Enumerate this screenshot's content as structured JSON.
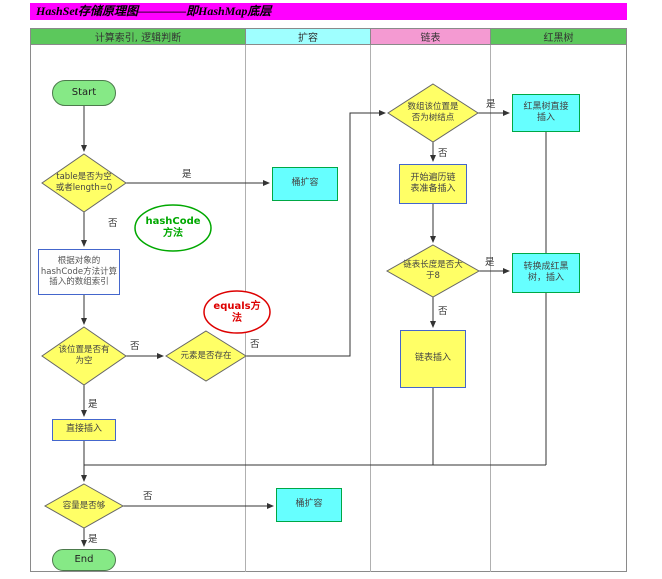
{
  "title": "HashSet存储原理图————即HashMap底层",
  "lanes": [
    {
      "label": "计算索引, 逻辑判断"
    },
    {
      "label": "扩容"
    },
    {
      "label": "链表"
    },
    {
      "label": "红黑树"
    }
  ],
  "nodes": {
    "start": {
      "label": "Start"
    },
    "check_table_empty": {
      "label": "table是否为空\n或者length=0"
    },
    "hashcode_cloud": {
      "label": "hashCode\n方法"
    },
    "compute_index": {
      "label": "根据对象的\nhashCode方法计算\n插入的数组索引"
    },
    "check_pos_empty": {
      "label": "该位置是否有\n为空"
    },
    "equals_cloud": {
      "label": "equals方\n法"
    },
    "check_elem_exist": {
      "label": "元素是否存在"
    },
    "direct_insert": {
      "label": "直接插入"
    },
    "check_capacity": {
      "label": "容量是否够"
    },
    "end": {
      "label": "End"
    },
    "bucket_expand_top": {
      "label": "桶扩容"
    },
    "bucket_expand_bottom": {
      "label": "桶扩容"
    },
    "check_tree_node": {
      "label": "数组该位置是\n否为树结点"
    },
    "traverse_list": {
      "label": "开始遍历链\n表准备插入"
    },
    "check_list_len": {
      "label": "链表长度是否大\n于8"
    },
    "list_insert": {
      "label": "链表插入"
    },
    "rbt_insert": {
      "label": "红黑树直接\n插入"
    },
    "convert_rbt": {
      "label": "转换成红黑\n树，插入"
    }
  },
  "edge_labels": {
    "table_yes": "是",
    "table_no": "否",
    "pos_no": "否",
    "pos_yes": "是",
    "exist_no": "否",
    "capacity_no": "否",
    "capacity_yes": "是",
    "tree_yes": "是",
    "tree_no": "否",
    "len_yes": "是",
    "len_no": "否"
  },
  "colors": {
    "title_bg": "#FF00FF",
    "lane1_header": "#5CC85C",
    "lane2_header": "#9FFFFF",
    "lane3_header": "#F49AD2",
    "lane4_header": "#5CC85C",
    "diamond_fill": "#FFFF66",
    "terminator_fill": "#86E986",
    "expand_fill": "#66FFFF",
    "yellow_process_fill": "#FFFF66",
    "cloud_green": "#00A800",
    "cloud_red": "#DD0000"
  }
}
